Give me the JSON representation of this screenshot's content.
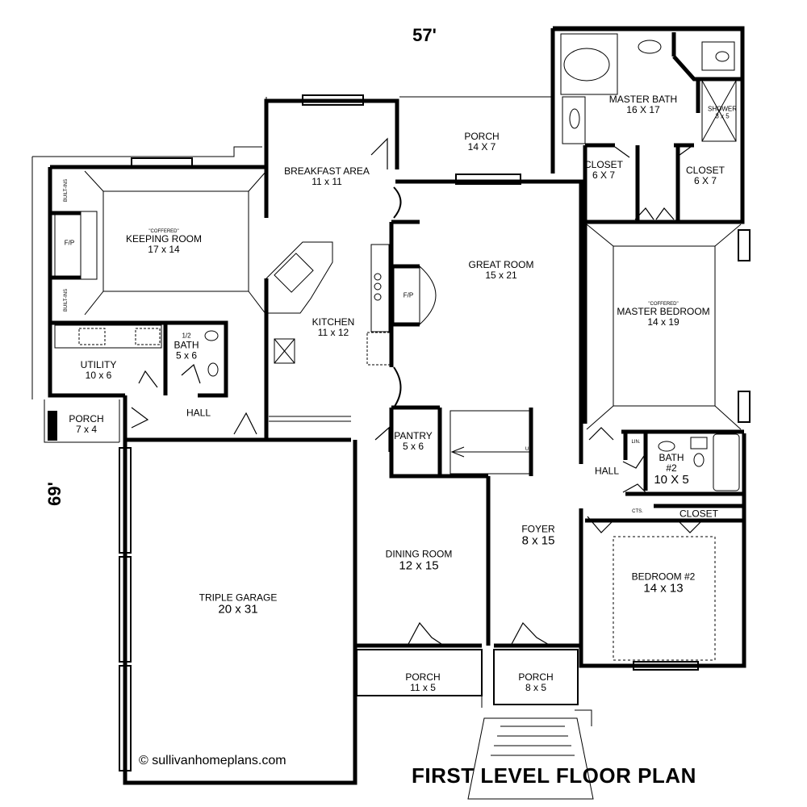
{
  "title": "FIRST LEVEL FLOOR PLAN",
  "copyright": "© sullivanhomeplans.com",
  "dimensions": {
    "width": "57'",
    "depth": "69'"
  },
  "rooms": {
    "master_bath": {
      "name": "MASTER BATH",
      "size": "16 X 17"
    },
    "shower": {
      "name": "SHOWER",
      "size": "3 x 5"
    },
    "closet_1": {
      "name": "CLOSET",
      "size": "6 X 7"
    },
    "closet_2": {
      "name": "CLOSET",
      "size": "6 X 7"
    },
    "porch_rear": {
      "name": "PORCH",
      "size": "14 X 7"
    },
    "breakfast": {
      "name": "BREAKFAST AREA",
      "size": "11 x 11"
    },
    "keeping_room": {
      "note": "\"COFFERED\"",
      "name": "KEEPING ROOM",
      "size": "17 x 14"
    },
    "great_room": {
      "name": "GREAT ROOM",
      "size": "15 x 21"
    },
    "master_bedroom": {
      "note": "\"COFFERED\"",
      "name": "MASTER BEDROOM",
      "size": "14 x 19"
    },
    "kitchen": {
      "name": "KITCHEN",
      "size": "11 x 12"
    },
    "half_bath": {
      "name1": "1/2",
      "name2": "BATH",
      "size": "5 x 6"
    },
    "utility": {
      "name": "UTILITY",
      "size": "10 x 6"
    },
    "porch_side": {
      "name": "PORCH",
      "size": "7 x 4"
    },
    "hall_1": {
      "name": "HALL"
    },
    "pantry": {
      "name": "PANTRY",
      "size": "5 x 6"
    },
    "hall_2": {
      "name": "HALL"
    },
    "bath2": {
      "name1": "BATH",
      "name2": "#2",
      "size": "10 X 5"
    },
    "closet_3": {
      "name": "CLOSET"
    },
    "foyer": {
      "name": "FOYER",
      "size": "8 x 15"
    },
    "dining": {
      "name": "DINING ROOM",
      "size": "12 x 15"
    },
    "bedroom2": {
      "name": "BEDROOM #2",
      "size": "14 x 13"
    },
    "garage": {
      "name": "TRIPLE GARAGE",
      "size": "20 x 31"
    },
    "porch_front_l": {
      "name": "PORCH",
      "size": "11 x 5"
    },
    "porch_front_r": {
      "name": "PORCH",
      "size": "8 x 5"
    }
  },
  "fixtures": {
    "fireplace_1": "F/P",
    "fireplace_2": "F/P",
    "built_ins_1": "BUILT-INS",
    "built_ins_2": "BUILT-INS",
    "linen": "LIN.",
    "cts": "CTS.",
    "stairs_up": "UP"
  }
}
